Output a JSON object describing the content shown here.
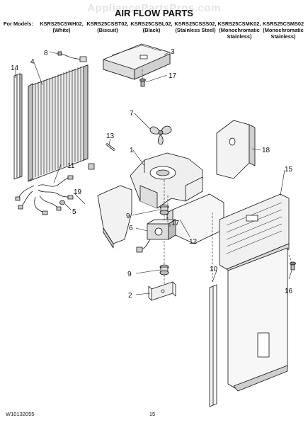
{
  "watermark": "AppliancePartsPros.com",
  "title": "AIR FLOW PARTS",
  "models_label": "For Models:",
  "models": [
    {
      "code": "KSRS25CSWH02,",
      "color": "(White)"
    },
    {
      "code": "KSRS25CSBT02,",
      "color": "(Biscuit)"
    },
    {
      "code": "KSRS25CSBL02,",
      "color": "(Black)"
    },
    {
      "code": "KSRS25CSSS02,",
      "color": "(Stainless Steel)"
    },
    {
      "code": "KSRS25CSMK02,",
      "color": "(Monochromatic Stainless)"
    },
    {
      "code": "KSRS25CSMS02",
      "color": "(Monochromatic Stainless)"
    }
  ],
  "callouts": {
    "c1": "1",
    "c2": "2",
    "c3": "3",
    "c4": "4",
    "c5": "5",
    "c6": "6",
    "c7": "7",
    "c8": "8",
    "c9a": "9",
    "c9b": "9",
    "c10": "10",
    "c11": "11",
    "c12": "12",
    "c13": "13",
    "c14": "14",
    "c15": "15",
    "c16": "16",
    "c17a": "17",
    "c17b": "17",
    "c18": "18",
    "c19": "19"
  },
  "footer": {
    "doc_number": "W10132055",
    "page_number": "15"
  }
}
